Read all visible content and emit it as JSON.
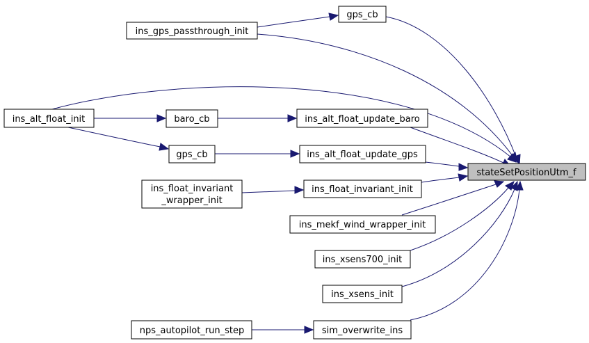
{
  "colors": {
    "edge": "#191970",
    "root_fill": "#bfbfbf",
    "node_fill": "#ffffff",
    "node_border": "#000000"
  },
  "nodes": {
    "gps_cb_top": {
      "lines": [
        "gps_cb"
      ]
    },
    "ins_gps_passthrough_init": {
      "lines": [
        "ins_gps_passthrough_init"
      ]
    },
    "ins_alt_float_init": {
      "lines": [
        "ins_alt_float_init"
      ]
    },
    "baro_cb": {
      "lines": [
        "baro_cb"
      ]
    },
    "ins_alt_float_update_baro": {
      "lines": [
        "ins_alt_float_update_baro"
      ]
    },
    "gps_cb_mid": {
      "lines": [
        "gps_cb"
      ]
    },
    "ins_alt_float_update_gps": {
      "lines": [
        "ins_alt_float_update_gps"
      ]
    },
    "state_set_position_utm_f": {
      "lines": [
        "stateSetPositionUtm_f"
      ]
    },
    "ins_float_invariant_wrapper_init": {
      "lines": [
        "ins_float_invariant",
        "_wrapper_init"
      ]
    },
    "ins_float_invariant_init": {
      "lines": [
        "ins_float_invariant_init"
      ]
    },
    "ins_mekf_wind_wrapper_init": {
      "lines": [
        "ins_mekf_wind_wrapper_init"
      ]
    },
    "ins_xsens700_init": {
      "lines": [
        "ins_xsens700_init"
      ]
    },
    "ins_xsens_init": {
      "lines": [
        "ins_xsens_init"
      ]
    },
    "nps_autopilot_run_step": {
      "lines": [
        "nps_autopilot_run_step"
      ]
    },
    "sim_overwrite_ins": {
      "lines": [
        "sim_overwrite_ins"
      ]
    }
  }
}
